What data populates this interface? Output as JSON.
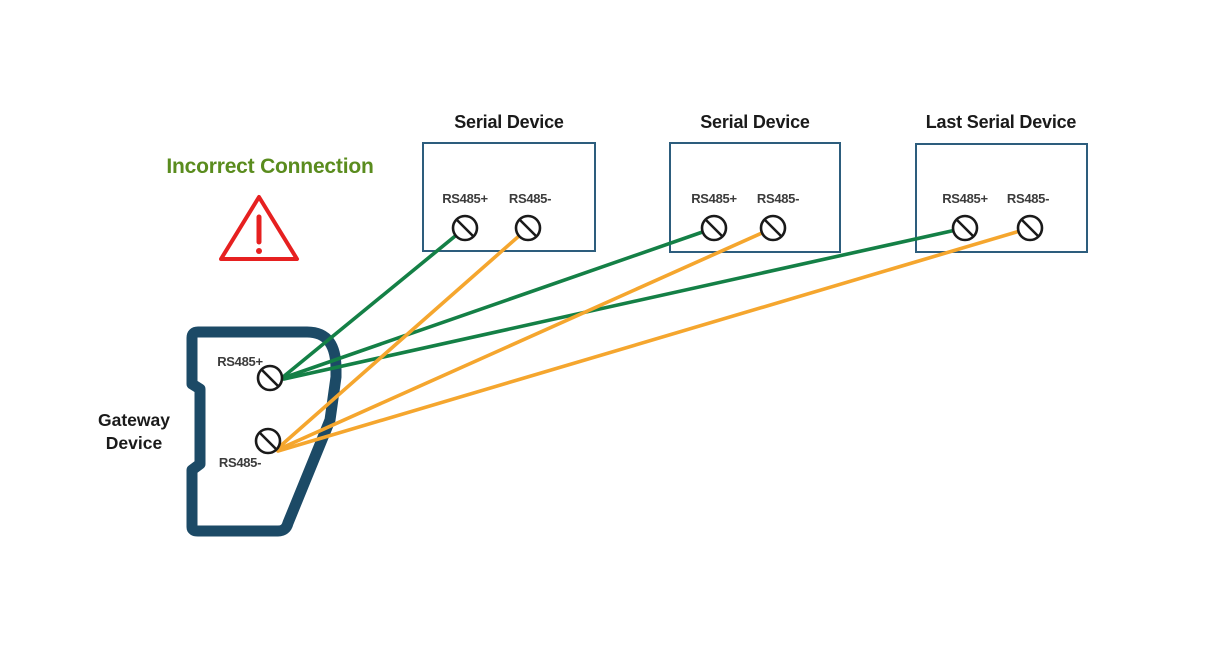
{
  "status": {
    "label": "Incorrect Connection",
    "icon": "warning-triangle-icon"
  },
  "gateway": {
    "name": "Gateway\nDevice",
    "terminals": {
      "positive": "RS485+",
      "negative": "RS485-"
    }
  },
  "devices": [
    {
      "title": "Serial Device",
      "terminals": {
        "positive": "RS485+",
        "negative": "RS485-"
      }
    },
    {
      "title": "Serial Device",
      "terminals": {
        "positive": "RS485+",
        "negative": "RS485-"
      }
    },
    {
      "title": "Last Serial Device",
      "terminals": {
        "positive": "RS485+",
        "negative": "RS485-"
      }
    }
  ],
  "connections": [
    {
      "from": "Gateway RS485+",
      "to": "Serial Device 1 RS485+",
      "wire": "green"
    },
    {
      "from": "Gateway RS485+",
      "to": "Serial Device 2 RS485+",
      "wire": "green"
    },
    {
      "from": "Gateway RS485+",
      "to": "Last Serial Device RS485+",
      "wire": "green"
    },
    {
      "from": "Gateway RS485-",
      "to": "Serial Device 1 RS485-",
      "wire": "orange"
    },
    {
      "from": "Gateway RS485-",
      "to": "Serial Device 2 RS485-",
      "wire": "orange"
    },
    {
      "from": "Gateway RS485-",
      "to": "Last Serial Device RS485-",
      "wire": "orange"
    }
  ],
  "colors": {
    "device_outline": "#1c4a66",
    "box_border": "#2d5d7d",
    "box_fill": "#ffffff",
    "positive_wire": "#148046",
    "negative_wire": "#f5a62e",
    "warning": "#e62020",
    "status_text": "#5a8c1e",
    "label_text": "#3c3c3c",
    "title_text": "#1a1a1a",
    "screw_icon": "#1a1a1a"
  },
  "icons": {
    "screw_terminal": "circle with diagonal slot (⊘)",
    "warning": "outlined triangle with exclamation mark (⚠)"
  }
}
